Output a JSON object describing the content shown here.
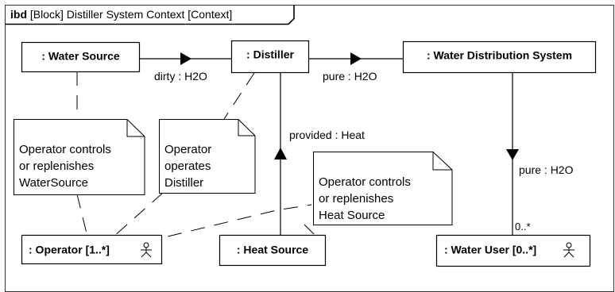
{
  "frame": {
    "keyword": "ibd",
    "title": " [Block] Distiller System Context  [Context]"
  },
  "blocks": {
    "water_source": ": Water Source",
    "distiller": ": Distiller",
    "water_distribution": ": Water Distribution System",
    "operator": ": Operator [1..*]",
    "heat_source": ": Heat Source",
    "water_user": ": Water User [0..*]"
  },
  "flows": {
    "dirty": "dirty : H2O",
    "pure_top": "pure : H2O",
    "provided_heat": "provided : Heat",
    "pure_right": "pure : H2O"
  },
  "multiplicity": "0..*",
  "notes": {
    "water_source_note": [
      "Operator controls",
      "or replenishes",
      "WaterSource"
    ],
    "distiller_note": [
      "Operator",
      "operates",
      "Distiller"
    ],
    "heat_note": [
      "Operator controls",
      "or replenishes",
      "Heat Source"
    ]
  },
  "icons": [
    "actor-icon"
  ]
}
